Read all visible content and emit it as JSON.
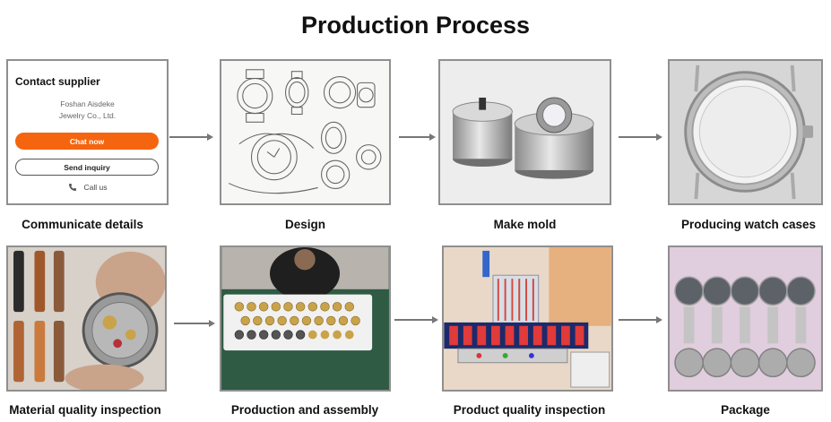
{
  "title": "Production Process",
  "contact_card": {
    "title": "Contact supplier",
    "company_line1": "Foshan Aisdeke",
    "company_line2": "Jewelry Co., Ltd.",
    "chat_label": "Chat now",
    "inquiry_label": "Send inquiry",
    "call_label": "Call us"
  },
  "steps": [
    {
      "caption": "Communicate details",
      "icon": "contact-card"
    },
    {
      "caption": "Design",
      "icon": "watch-sketch"
    },
    {
      "caption": "Make mold",
      "icon": "metal-mold"
    },
    {
      "caption": "Producing watch cases",
      "icon": "watch-case"
    },
    {
      "caption": "Material quality inspection",
      "icon": "watch-straps-movement"
    },
    {
      "caption": "Production and assembly",
      "icon": "assembly-table"
    },
    {
      "caption": "Product quality inspection",
      "icon": "testing-machine"
    },
    {
      "caption": "Package",
      "icon": "packaged-watches"
    }
  ],
  "colors": {
    "chat_button": "#f5650f",
    "image_border": "#8f8f8f",
    "arrow": "#777777"
  }
}
